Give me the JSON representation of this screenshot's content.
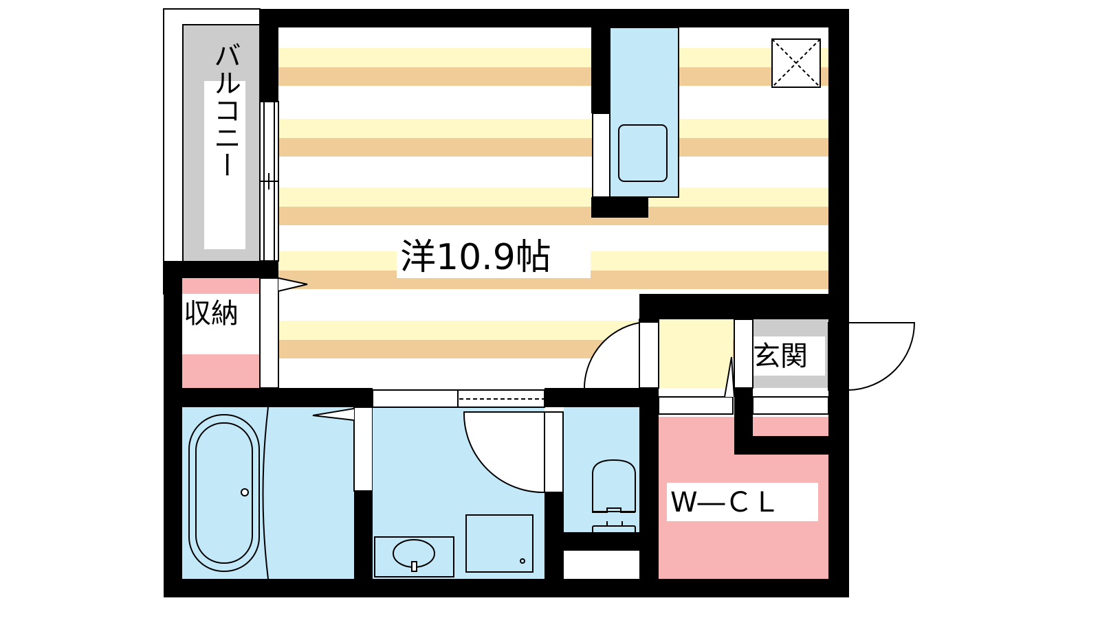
{
  "floorplan": {
    "rooms": {
      "western_room": "洋10.9帖",
      "balcony": "バルコニー",
      "storage": "収納",
      "entrance": "玄関",
      "walk_in_closet": "W―ＣＬ"
    },
    "colors": {
      "wall": "#000000",
      "floor_stripe_light": "#FFF9C8",
      "floor_stripe_tan": "#EFCC98",
      "wet_area": "#C3E8F8",
      "storage": "#F8B4B5",
      "balcony": "#CCCCCC",
      "entrance_floor": "#FFF9C8"
    }
  }
}
